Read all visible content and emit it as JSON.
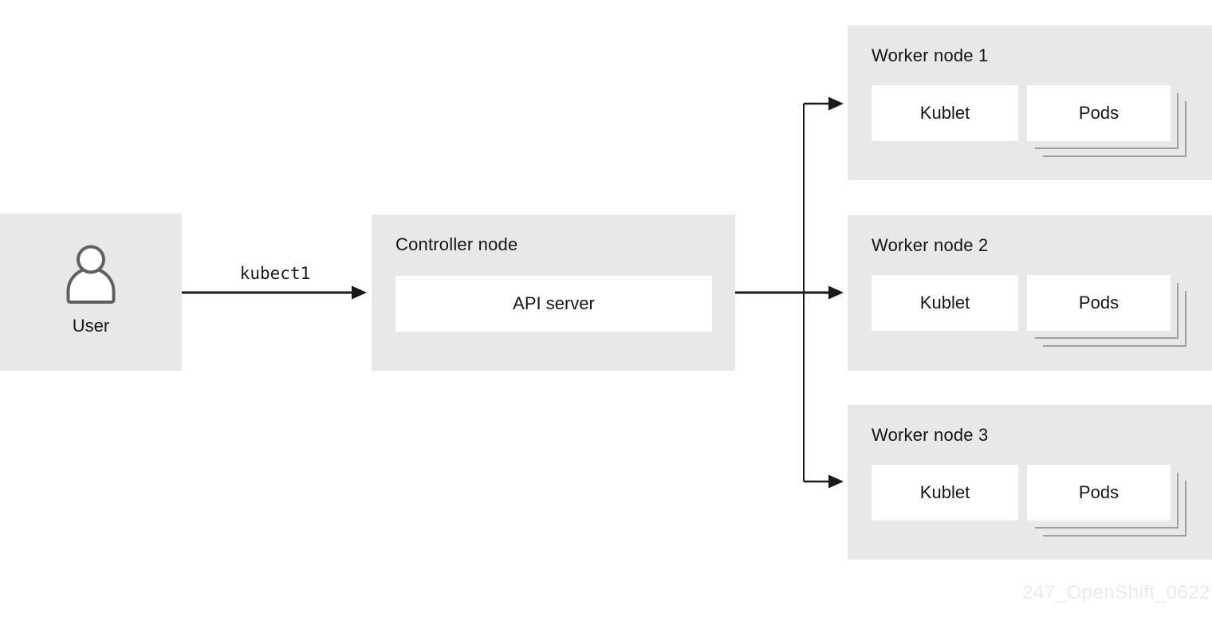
{
  "diagram": {
    "user": {
      "label": "User"
    },
    "command_label": "kubect1",
    "controller": {
      "title": "Controller node",
      "api_server_label": "API server"
    },
    "workers": [
      {
        "title": "Worker node 1",
        "kubelet_label": "Kublet",
        "pods_label": "Pods"
      },
      {
        "title": "Worker node 2",
        "kubelet_label": "Kublet",
        "pods_label": "Pods"
      },
      {
        "title": "Worker node 3",
        "kubelet_label": "Kublet",
        "pods_label": "Pods"
      }
    ],
    "watermark": "247_OpenShift_0622",
    "colors": {
      "node_background": "#e8e8e8",
      "inner_box_background": "#ffffff",
      "arrow": "#1a1a1a",
      "text": "#151515",
      "user_icon_stroke": "#5f6062",
      "pods_stack_stroke": "#9f9f9f",
      "watermark": "#eaeaec"
    }
  }
}
